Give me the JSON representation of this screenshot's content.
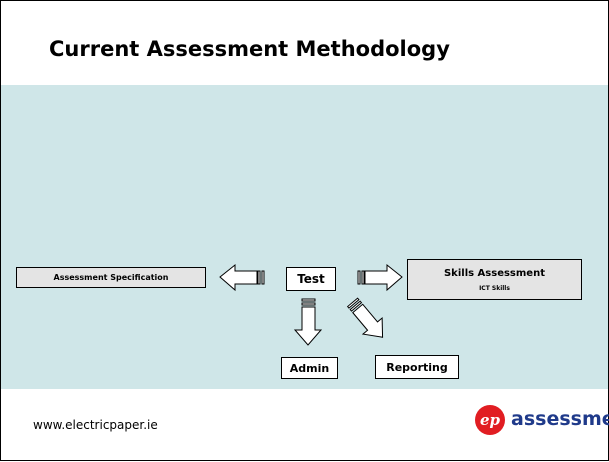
{
  "slide": {
    "title": "Current Assessment Methodology",
    "footer_url": "www.electricpaper.ie"
  },
  "diagram": {
    "center": "Test",
    "left": "Assessment Specification",
    "right_title": "Skills Assessment",
    "right_subtitle": "ICT Skills",
    "down": "Admin",
    "down_right": "Reporting"
  },
  "logo": {
    "mark": "ep",
    "text": "assessment",
    "colors": {
      "mark": "#e11d22",
      "text": "#1f3a8a"
    }
  },
  "colors": {
    "band": "#cfe6e8",
    "grey_box": "#e4e4e4"
  }
}
